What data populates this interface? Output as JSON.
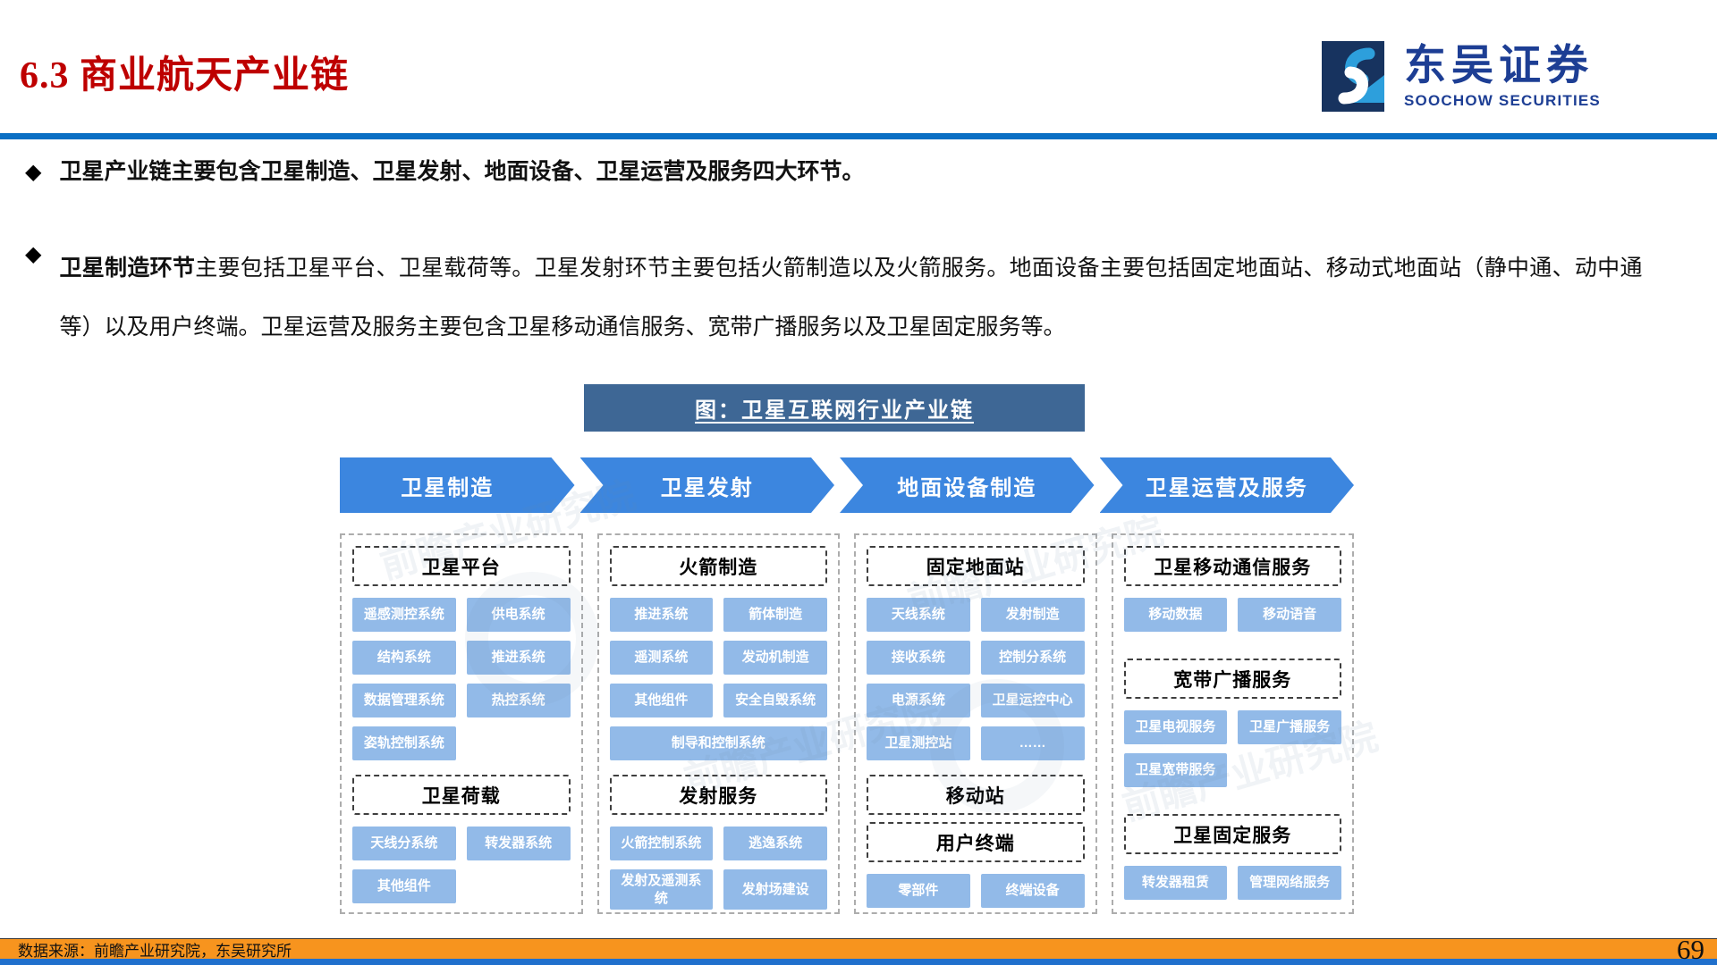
{
  "page": {
    "title": "6.3 商业航天产业链",
    "page_number": "69",
    "source_note": "数据来源：前瞻产业研究院，东吴研究所"
  },
  "logo": {
    "name_cn": "东吴证券",
    "name_en": "SOOCHOW SECURITIES"
  },
  "bullets": {
    "marker": "◆",
    "b1": "卫星产业链主要包含卫星制造、卫星发射、地面设备、卫星运营及服务四大环节。",
    "b2_bold": "卫星制造环节",
    "b2_rest": "主要包括卫星平台、卫星载荷等。卫星发射环节主要包括火箭制造以及火箭服务。地面设备主要包括固定地面站、移动式地面站（静中通、动中通等）以及用户终端。卫星运营及服务主要包含卫星移动通信服务、宽带广播服务以及卫星固定服务等。"
  },
  "diagram": {
    "title": "图：卫星互联网行业产业链",
    "watermark": "前瞻产业研究院",
    "arrows": [
      "卫星制造",
      "卫星发射",
      "地面设备制造",
      "卫星运营及服务"
    ],
    "columns": [
      {
        "header": "卫星制造",
        "sections": [
          {
            "title": "卫星平台",
            "items": [
              "遥感测控系统",
              "供电系统",
              "结构系统",
              "推进系统",
              "数据管理系统",
              "热控系统",
              "姿轨控制系统"
            ]
          },
          {
            "title": "卫星荷载",
            "items": [
              "天线分系统",
              "转发器系统",
              "其他组件"
            ]
          }
        ]
      },
      {
        "header": "卫星发射",
        "sections": [
          {
            "title": "火箭制造",
            "items": [
              "推进系统",
              "箭体制造",
              "遥测系统",
              "发动机制造",
              "其他组件",
              "安全自毁系统",
              "制导和控制系统"
            ]
          },
          {
            "title": "发射服务",
            "items": [
              "火箭控制系统",
              "逃逸系统",
              "发射及遥测系统",
              "发射场建设"
            ]
          }
        ]
      },
      {
        "header": "地面设备制造",
        "sections": [
          {
            "title": "固定地面站",
            "items": [
              "天线系统",
              "发射制造",
              "接收系统",
              "控制分系统",
              "电源系统",
              "卫星运控中心",
              "卫星测控站",
              "……"
            ]
          },
          {
            "title": "移动站",
            "items": []
          },
          {
            "title": "用户终端",
            "items": [
              "零部件",
              "终端设备"
            ]
          }
        ]
      },
      {
        "header": "卫星运营及服务",
        "sections": [
          {
            "title": "卫星移动通信服务",
            "items": [
              "移动数据",
              "移动语音"
            ]
          },
          {
            "title": "宽带广播服务",
            "items": [
              "卫星电视服务",
              "卫星广播服务",
              "卫星宽带服务"
            ]
          },
          {
            "title": "卫星固定服务",
            "items": [
              "转发器租赁",
              "管理网络服务"
            ]
          }
        ]
      }
    ]
  },
  "colors": {
    "title_red": "#be0000",
    "divider_blue": "#0a6fc4",
    "figure_title_bg": "#3e6795",
    "arrow_blue": "#3c86df",
    "item_blue": "#92bae8",
    "logo_navy": "#1d3e94",
    "logo_light_blue": "#2d9fdc",
    "footer_orange": "#f7941e",
    "bottom_bar_blue": "#2070cc"
  }
}
